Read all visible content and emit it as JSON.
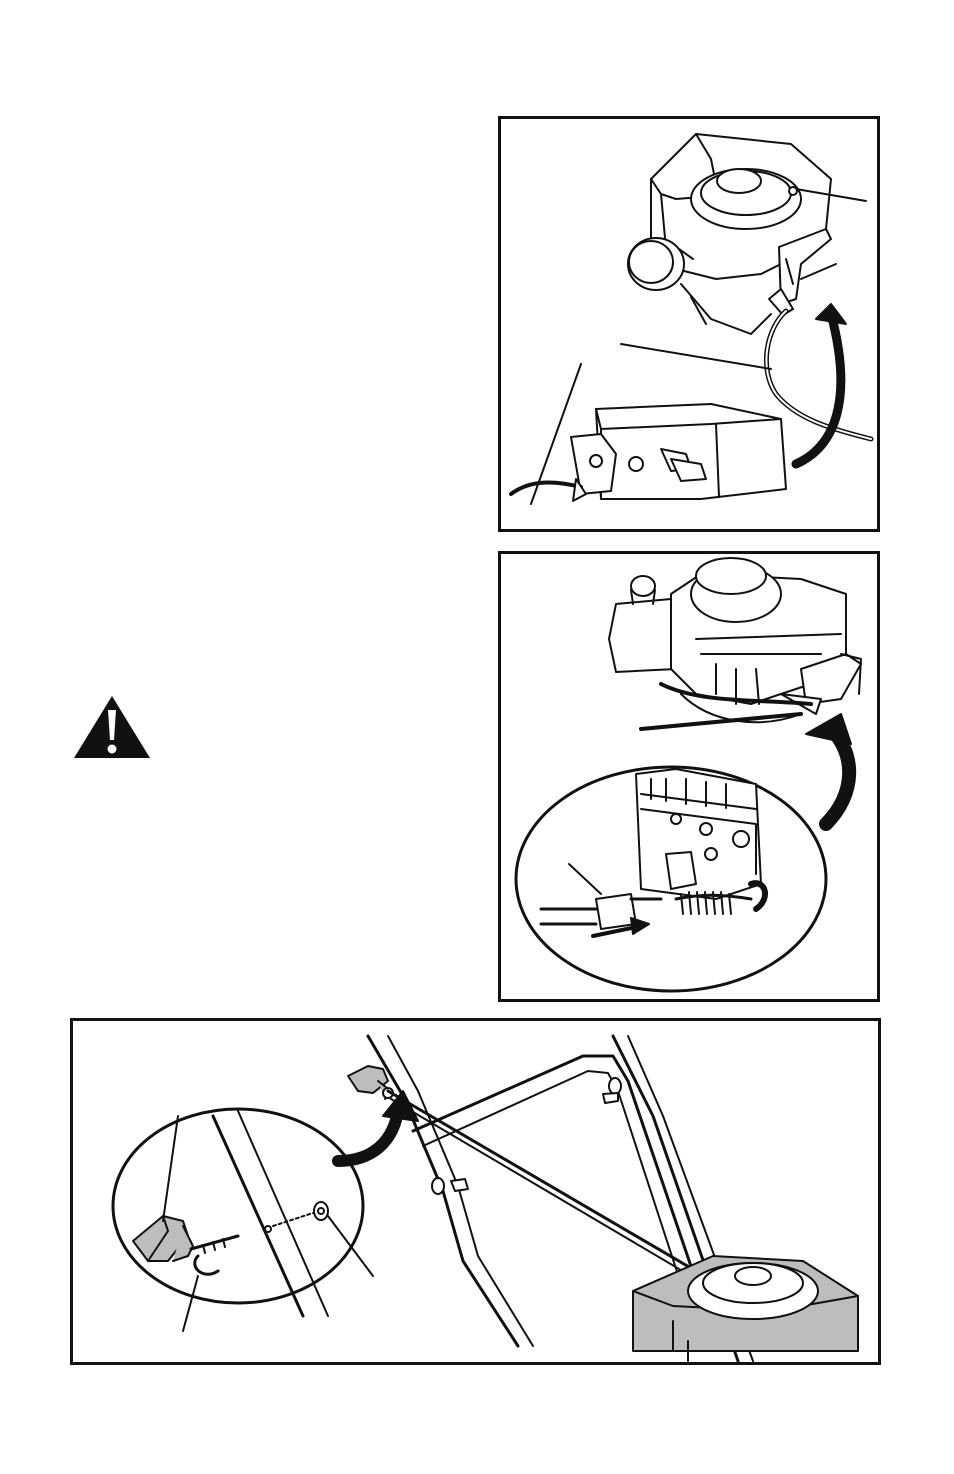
{
  "figures": [
    {
      "id": "fig-throttle-cable-install",
      "icon": "engine-throttle-cable-illustration"
    },
    {
      "id": "fig-cable-release",
      "icon": "engine-cable-detail-illustration"
    },
    {
      "id": "fig-handle-knob-assembly",
      "icon": "mower-handle-knob-illustration"
    }
  ],
  "warning": {
    "icon": "warning-triangle-icon",
    "color": "#111111"
  },
  "colors": {
    "ink": "#111111",
    "shade": "#bdbdbd",
    "paper": "#ffffff"
  }
}
